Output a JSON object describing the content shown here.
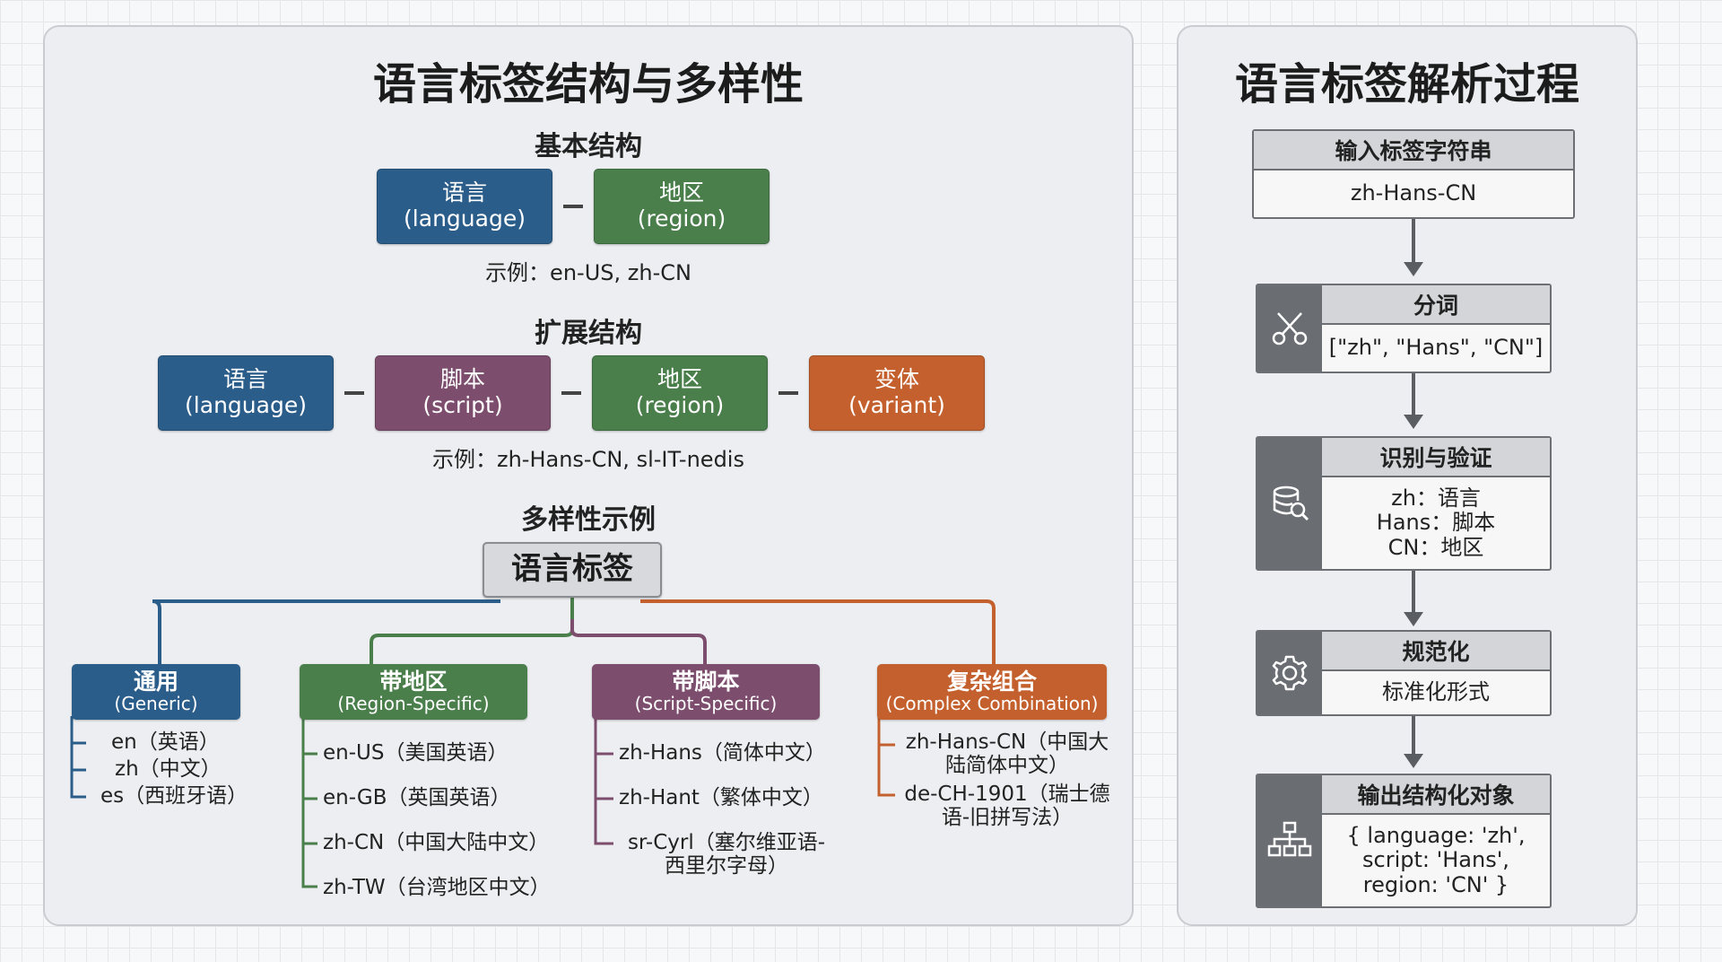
{
  "left": {
    "title": "语言标签结构与多样性",
    "basic": {
      "heading": "基本结构",
      "boxes": [
        {
          "name": "语言",
          "sub": "(language)",
          "color": "#2b5d8a"
        },
        {
          "name": "地区",
          "sub": "(region)",
          "color": "#4a7f4c"
        }
      ],
      "example": "示例：en-US, zh-CN"
    },
    "extended": {
      "heading": "扩展结构",
      "boxes": [
        {
          "name": "语言",
          "sub": "(language)",
          "color": "#2b5d8a"
        },
        {
          "name": "脚本",
          "sub": "(script)",
          "color": "#7d4d6e"
        },
        {
          "name": "地区",
          "sub": "(region)",
          "color": "#4a7f4c"
        },
        {
          "name": "变体",
          "sub": "(variant)",
          "color": "#c4602d"
        }
      ],
      "example": "示例：zh-Hans-CN, sl-IT-nedis"
    },
    "diversity": {
      "heading": "多样性示例",
      "root": "语言标签",
      "categories": [
        {
          "name": "通用",
          "sub": "(Generic)",
          "color": "#2b5d8a",
          "items": [
            "en（英语）",
            "zh（中文）",
            "es（西班牙语）"
          ]
        },
        {
          "name": "带地区",
          "sub": "(Region-Specific)",
          "color": "#4a7f4c",
          "items": [
            "en-US（美国英语）",
            "en-GB（英国英语）",
            "zh-CN（中国大陆中文）",
            "zh-TW（台湾地区中文）"
          ]
        },
        {
          "name": "带脚本",
          "sub": "(Script-Specific)",
          "color": "#7d4d6e",
          "items": [
            "zh-Hans（简体中文）",
            "zh-Hant（繁体中文）",
            "sr-Cyrl（塞尔维亚语-西里尔字母）"
          ]
        },
        {
          "name": "复杂组合",
          "sub": "(Complex Combination)",
          "color": "#c4602d",
          "items": [
            "zh-Hans-CN（中国大陆简体中文）",
            "de-CH-1901（瑞士德语-旧拼写法）"
          ]
        }
      ]
    }
  },
  "right": {
    "title": "语言标签解析过程",
    "steps": [
      {
        "head": "输入标签字符串",
        "body": [
          "zh-Hans-CN"
        ],
        "icon": "none"
      },
      {
        "head": "分词",
        "body": [
          "[\"zh\", \"Hans\", \"CN\"]"
        ],
        "icon": "scissors-icon"
      },
      {
        "head": "识别与验证",
        "body": [
          "zh：语言",
          "Hans：脚本",
          "CN：地区"
        ],
        "icon": "database-search-icon"
      },
      {
        "head": "规范化",
        "body": [
          "标准化形式"
        ],
        "icon": "gear-icon"
      },
      {
        "head": "输出结构化对象",
        "body": [
          "{ language: 'zh',",
          "script: 'Hans',",
          "region: 'CN' }"
        ],
        "icon": "hierarchy-icon"
      }
    ]
  }
}
